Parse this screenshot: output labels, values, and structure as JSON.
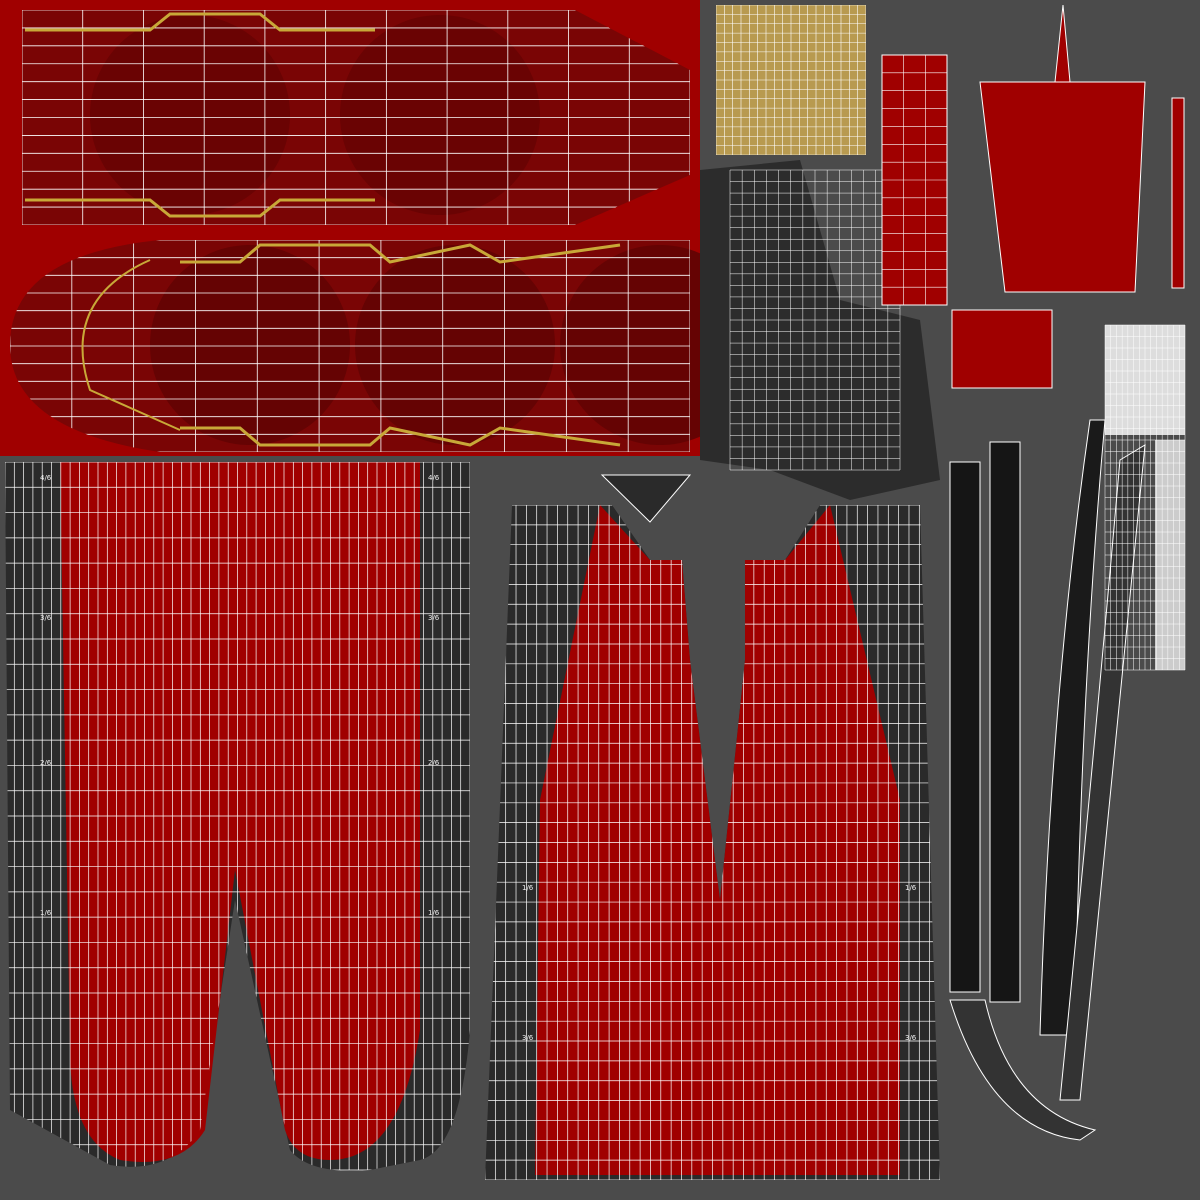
{
  "texture": {
    "colors": {
      "background": "#4b4b4b",
      "red": "#a00000",
      "dark_red": "#6e0000",
      "gold": "#c8a838",
      "charcoal": "#2a2a2a",
      "wire": "#ffffff"
    },
    "seam_labels_left": [
      "4/6",
      "3/6",
      "2/6",
      "1/6"
    ],
    "seam_labels_right": [
      "4/6",
      "3/6",
      "2/6",
      "1/6"
    ],
    "seam_labels_dress": [
      "1/6",
      "3/6",
      "1/6",
      "3/6"
    ]
  }
}
